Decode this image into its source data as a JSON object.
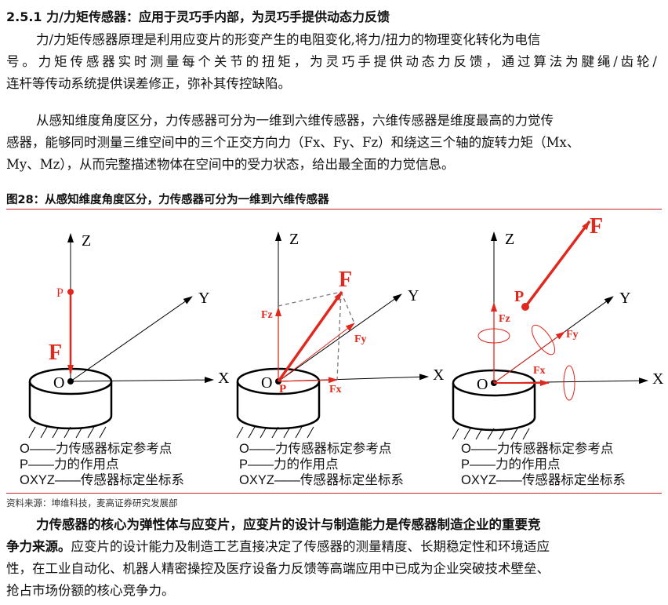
{
  "heading": "2.5.1 力/力矩传感器：应用于灵巧手内部，为灵巧手提供动态力反馈",
  "para1": [
    "力/力矩传感器原理是利用应变片的形变产生的电阻变化,将力/扭力的物理变化转化为电信",
    "号。力矩传感器实时测量每个关节的扭矩，为灵巧手提供动态力反馈，通过算法为腱绳/齿轮/",
    "连杆等传动系统提供误差修正，弥补其传控缺陷。"
  ],
  "para2": [
    "从感知维度角度区分，力传感器可分为一维到六维传感器，六维传感器是维度最高的力觉传",
    "感器，能够同时测量三维空间中的三个正交方向力（Fx、Fy、Fz）和绕这三个轴的旋转力矩（Mx、",
    "My、Mz），从而完整描述物体在空间中的受力状态，给出最全面的力觉信息。"
  ],
  "figure": {
    "caption": "图28：从感知维度角度区分，力传感器可分为一维到六维传感器",
    "labels": {
      "z": "Z",
      "y": "Y",
      "x": "X",
      "o": "O",
      "p": "P",
      "f": "F",
      "fx": "Fx",
      "fy": "Fy",
      "fz": "Fz"
    },
    "legend": [
      "O——力传感器标定参考点",
      "P——力的作用点",
      "OXYZ——传感器标定坐标系"
    ],
    "source": "资料来源：坤维科技，麦高证券研究发展部"
  },
  "para3": {
    "bold": "力传感器的核心为弹性体与应变片，应变片的设计与制造能力是传感器制造企业的重要竞",
    "bold2": "争力来源。",
    "rest2": "应变片的设计能力及制造工艺直接决定了传感器的测量精度、长期稳定性和环境适应",
    "line3": "性，在工业自动化、机器人精密操控及医疗设备力反馈等高端应用中已成为企业突破技术壁垒、",
    "line4": "抢占市场份额的核心竞争力。"
  },
  "colors": {
    "accent": "#e0281e",
    "rule": "#c0282d"
  }
}
